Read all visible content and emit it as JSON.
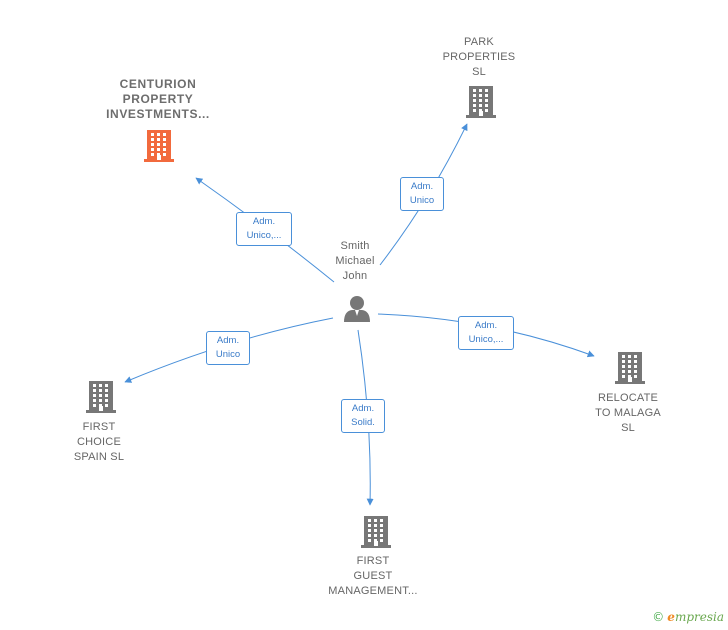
{
  "center": {
    "name_lines": [
      "Smith",
      "Michael",
      "John"
    ],
    "icon": "person-icon"
  },
  "nodes": [
    {
      "id": "centurion",
      "lines": [
        "CENTURION",
        "PROPERTY",
        "INVESTMENTS..."
      ],
      "icon": "building-icon",
      "color": "#f26a3d",
      "highlight": true
    },
    {
      "id": "park",
      "lines": [
        "PARK",
        "PROPERTIES",
        "SL"
      ],
      "icon": "building-icon",
      "color": "#777777",
      "highlight": false
    },
    {
      "id": "relocate",
      "lines": [
        "RELOCATE",
        "TO MALAGA",
        "SL"
      ],
      "icon": "building-icon",
      "color": "#777777",
      "highlight": false
    },
    {
      "id": "first-guest",
      "lines": [
        "FIRST",
        "GUEST",
        "MANAGEMENT..."
      ],
      "icon": "building-icon",
      "color": "#777777",
      "highlight": false
    },
    {
      "id": "first-choice",
      "lines": [
        "FIRST",
        "CHOICE",
        "SPAIN SL"
      ],
      "icon": "building-icon",
      "color": "#777777",
      "highlight": false
    }
  ],
  "edges": [
    {
      "to": "centurion",
      "lines": [
        "Adm.",
        "Unico,..."
      ]
    },
    {
      "to": "park",
      "lines": [
        "Adm.",
        "Unico"
      ]
    },
    {
      "to": "relocate",
      "lines": [
        "Adm.",
        "Unico,..."
      ]
    },
    {
      "to": "first-guest",
      "lines": [
        "Adm.",
        "Solid."
      ]
    },
    {
      "to": "first-choice",
      "lines": [
        "Adm.",
        "Unico"
      ]
    }
  ],
  "colors": {
    "edge": "#4a90d9",
    "building": "#777777",
    "highlight_building": "#f26a3d",
    "person": "#777777"
  },
  "footer": {
    "copyright_symbol": "©",
    "brand_first": "e",
    "brand_rest": "mpresia"
  }
}
